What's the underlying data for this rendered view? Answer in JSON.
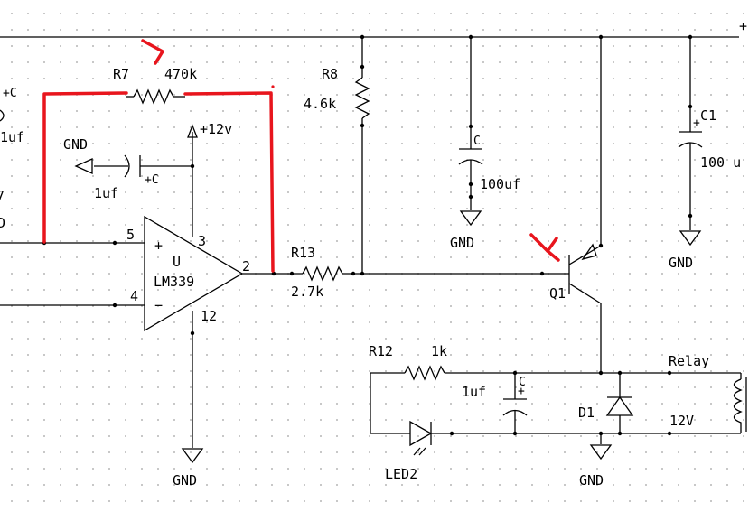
{
  "components": {
    "r7": {
      "ref": "R7",
      "value": "470k"
    },
    "r8": {
      "ref": "R8",
      "value": "4.6k"
    },
    "r13": {
      "ref": "R13",
      "value": "2.7k"
    },
    "r12": {
      "ref": "R12",
      "value": "1k"
    },
    "q1": {
      "ref": "Q1"
    },
    "d1": {
      "ref": "D1"
    },
    "led2": {
      "ref": "LED2"
    },
    "c1": {
      "ref": "C1",
      "value": "100 u"
    },
    "c_left": {
      "ref": "+C",
      "value": "1uf"
    },
    "c_mid": {
      "ref": "+C",
      "value": "1uf"
    },
    "c_big": {
      "ref": "C",
      "value": "100uf"
    },
    "c_small": {
      "ref": "C",
      "value": "1uf"
    },
    "opamp": {
      "name": "U",
      "part": "LM339",
      "pin_plus": "5",
      "pin_minus": "4",
      "pin_out": "2",
      "pin_vcc": "3",
      "pin_gnd": "12"
    },
    "relay": {
      "label": "Relay",
      "voltage": "12V"
    }
  },
  "labels": {
    "supply": "+12v",
    "gnd": "GND",
    "plus": "+",
    "minus": "−",
    "left_d": "D",
    "left_7": "7",
    "top_plus": "+"
  },
  "colors": {
    "wire": "#000000",
    "annotation": "#e8151d",
    "grid_dot": "#b8b8b8"
  }
}
